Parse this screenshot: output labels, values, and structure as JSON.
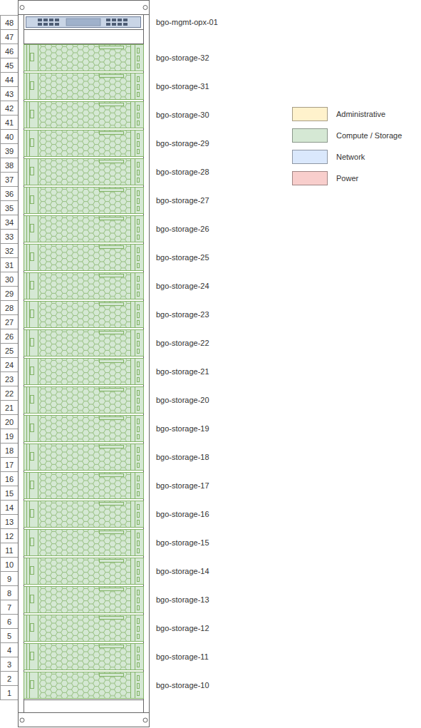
{
  "diagram": {
    "nodes": [
      {
        "text": [
          "bgo-mgmt-opx-01"
        ]
      },
      {
        "text": [
          "bgo-storage-32"
        ]
      },
      {
        "text": [
          "bgo-storage-31"
        ]
      },
      {
        "text": [
          "bgo-storage-30"
        ]
      },
      {
        "text": [
          "bgo-storage-29"
        ]
      },
      {
        "text": [
          "bgo-storage-28"
        ]
      },
      {
        "text": [
          "bgo-storage-27"
        ]
      },
      {
        "text": [
          "bgo-storage-26"
        ]
      },
      {
        "text": [
          "bgo-storage-25"
        ]
      },
      {
        "text": [
          "bgo-storage-24"
        ]
      },
      {
        "text": [
          "bgo-storage-23"
        ]
      },
      {
        "text": [
          "bgo-storage-22"
        ]
      },
      {
        "text": [
          "bgo-storage-21"
        ]
      },
      {
        "text": [
          "bgo-storage-20"
        ]
      },
      {
        "text": [
          "bgo-storage-19"
        ]
      },
      {
        "text": [
          "bgo-storage-18"
        ]
      },
      {
        "text": [
          "bgo-storage-17"
        ]
      },
      {
        "text": [
          "bgo-storage-16"
        ]
      },
      {
        "text": [
          "bgo-storage-15"
        ]
      },
      {
        "text": [
          "bgo-storage-14"
        ]
      },
      {
        "text": [
          "bgo-storage-13"
        ]
      },
      {
        "text": [
          "bgo-storage-12"
        ]
      },
      {
        "text": [
          "bgo-storage-11"
        ]
      },
      {
        "text": [
          "bgo-storage-10"
        ]
      }
    ],
    "labels": [
      "48",
      "47",
      "46",
      "45",
      "44",
      "43",
      "42",
      "41",
      "40",
      "39",
      "38",
      "37",
      "36",
      "35",
      "34",
      "33",
      "32",
      "31",
      "30",
      "29",
      "28",
      "27",
      "26",
      "25",
      "24",
      "23",
      "22",
      "21",
      "20",
      "19",
      "18",
      "17",
      "16",
      "15",
      "14",
      "13",
      "12",
      "11",
      "10",
      "9",
      "8",
      "7",
      "6",
      "5",
      "4",
      "3",
      "2",
      "1"
    ],
    "legend": [
      {
        "text": "Administrative",
        "color": "#fff2cc"
      },
      {
        "text": "Compute / Storage",
        "color": "#d5e8d4"
      },
      {
        "text": "Network",
        "color": "#dae8fc"
      },
      {
        "text": "Power",
        "color": "#f8cecc"
      }
    ]
  }
}
